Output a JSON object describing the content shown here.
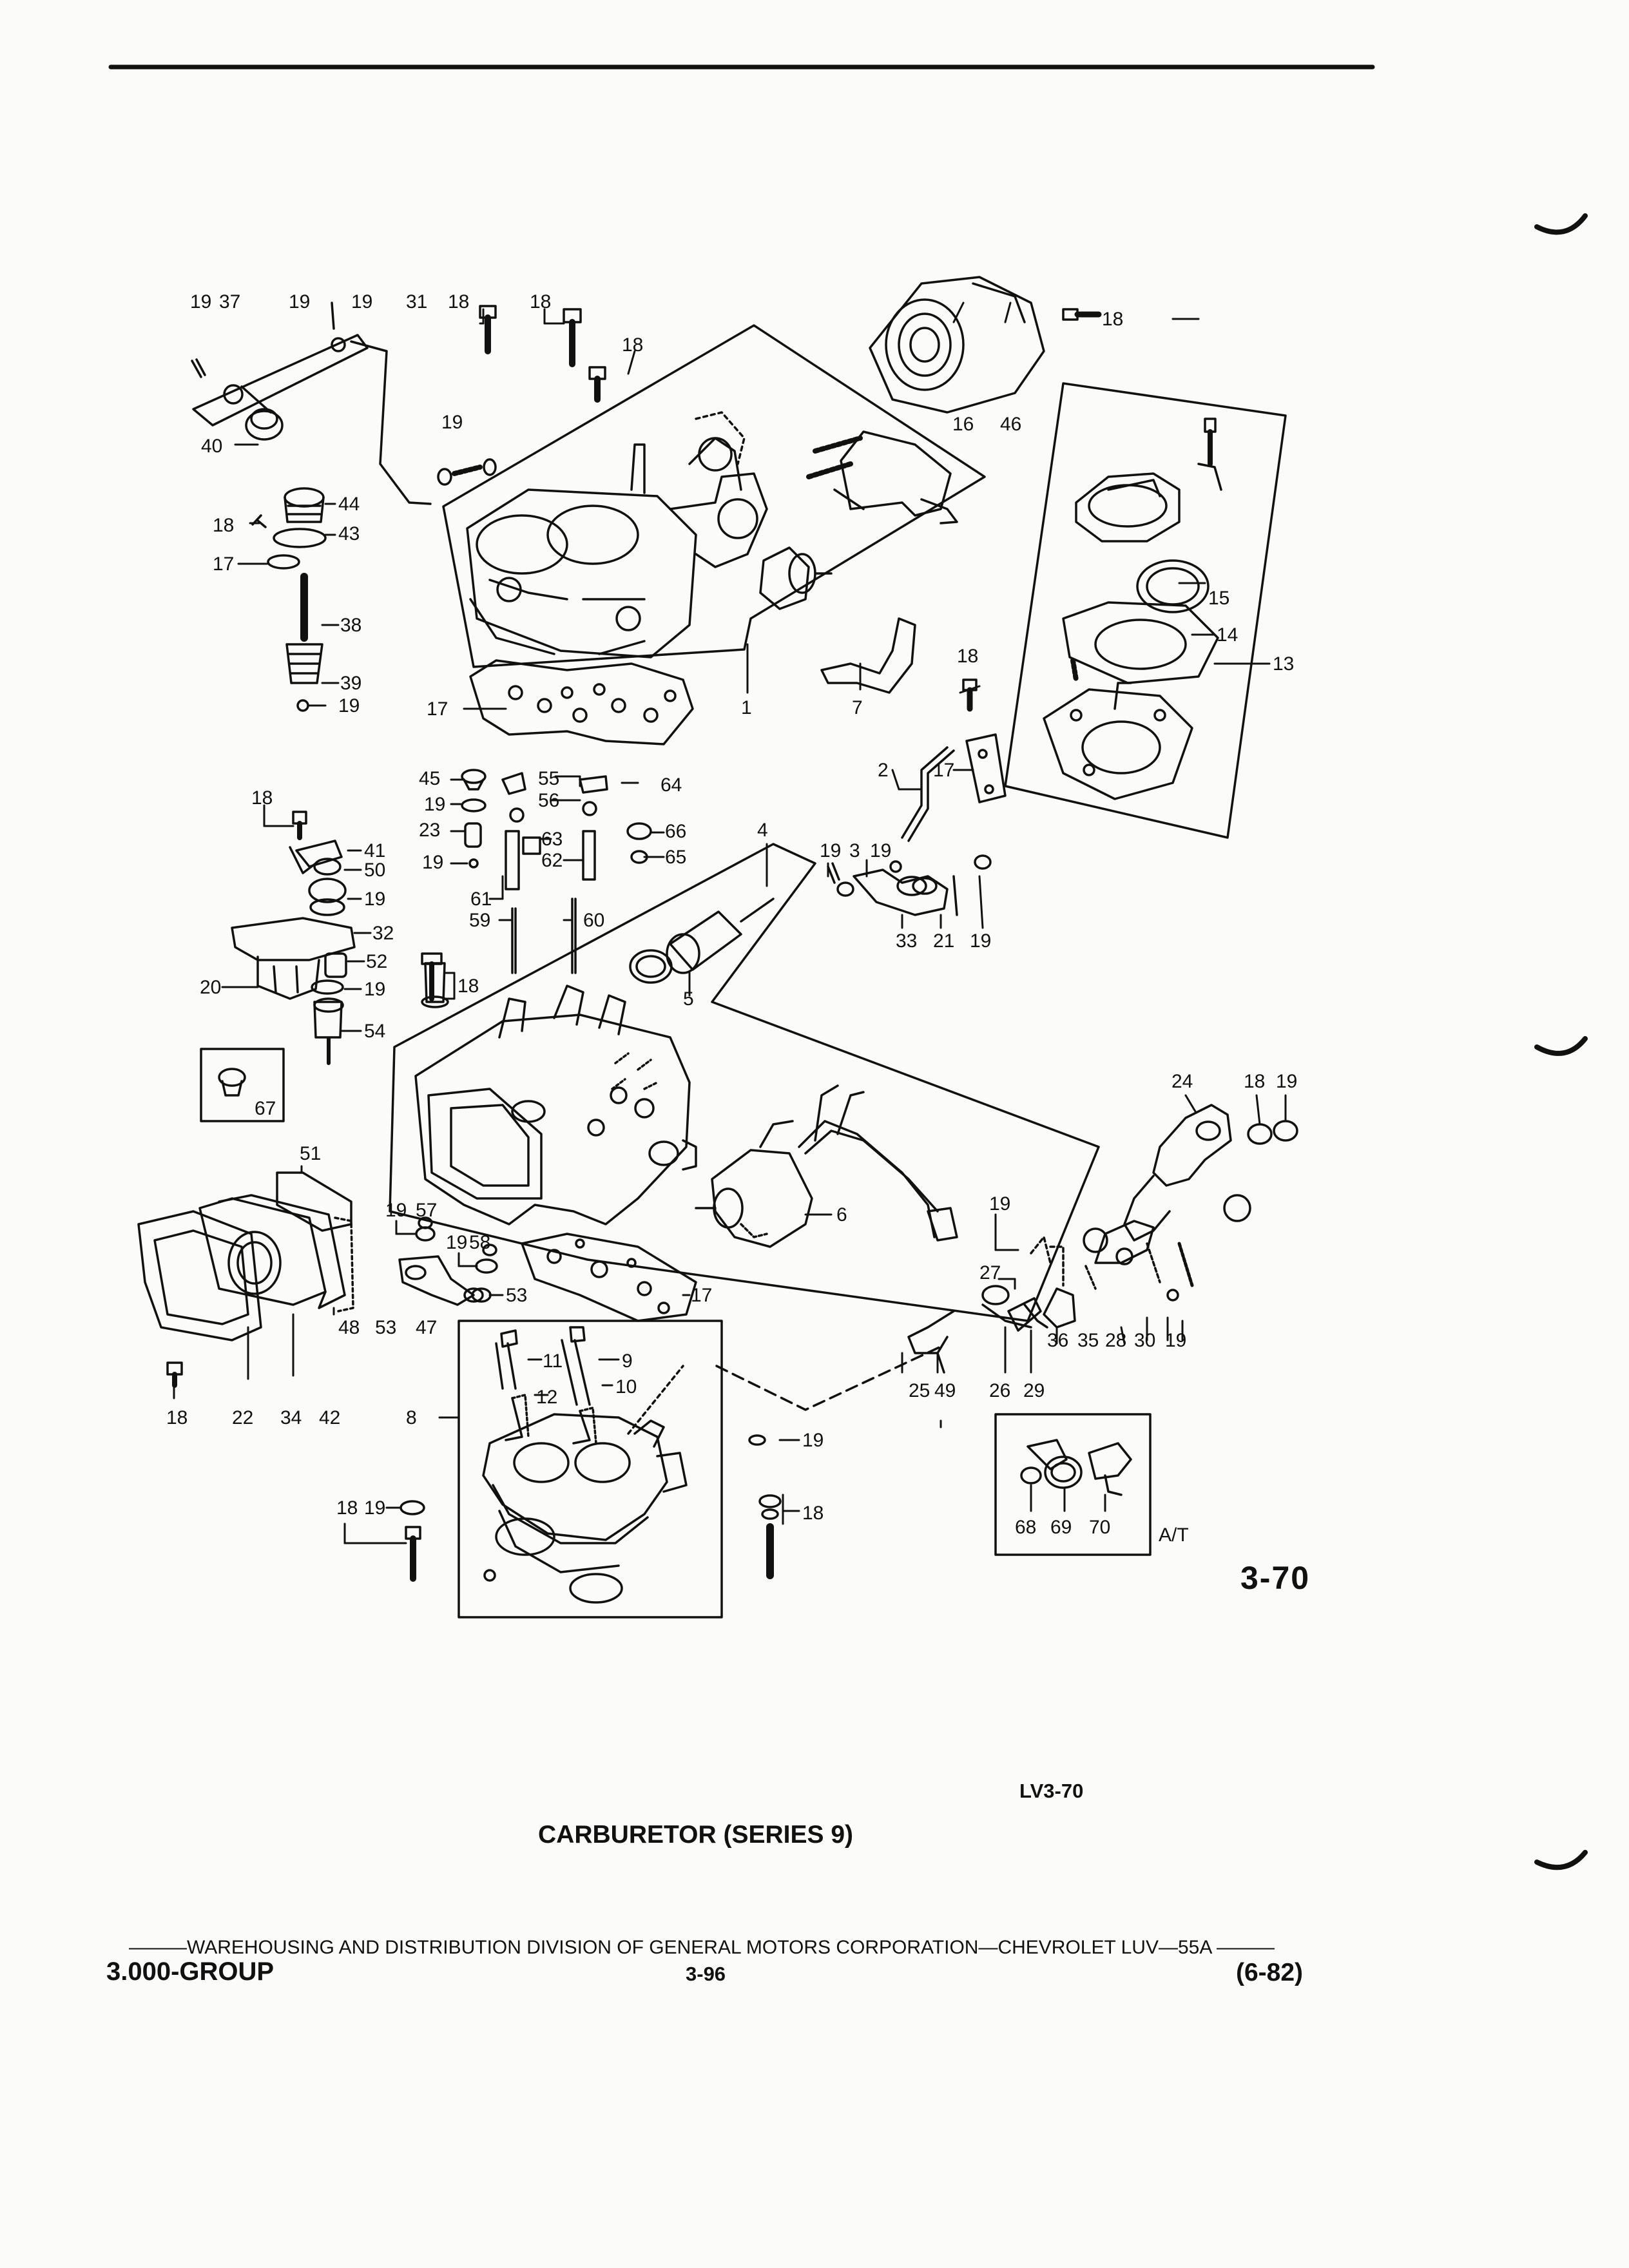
{
  "figure_number": "3-70",
  "figure_code": "LV3-70",
  "title": "CARBURETOR (SERIES 9)",
  "footer": {
    "division_line": "WAREHOUSING AND DISTRIBUTION  DIVISION OF GENERAL MOTORS CORPORATION—CHEVROLET LUV—55A",
    "group": "3.000-GROUP",
    "page": "3-96",
    "date_code": "(6-82)"
  },
  "callout_labels": {
    "c01": "19",
    "c02": "37",
    "c03": "19",
    "c04": "19",
    "c05": "31",
    "c06": "18",
    "c07": "18",
    "c08": "18",
    "c09": "19",
    "c10": "40",
    "c11": "44",
    "c12": "18",
    "c13": "43",
    "c14": "17",
    "c15": "38",
    "c16": "39",
    "c17": "19",
    "c18": "17",
    "c19": "1",
    "c20": "7",
    "c21": "18",
    "c22": "16",
    "c23": "46",
    "c24": "18",
    "c25": "15",
    "c26": "14",
    "c27": "13",
    "c28": "2",
    "c29": "17",
    "c30": "45",
    "c31": "55",
    "c32": "64",
    "c33": "19",
    "c34": "56",
    "c35": "23",
    "c36": "66",
    "c37": "19",
    "c38": "63",
    "c39": "65",
    "c40": "61",
    "c41": "62",
    "c42": "59",
    "c43": "60",
    "c44": "18",
    "c45": "41",
    "c46": "50",
    "c47": "19",
    "c48": "32",
    "c49": "52",
    "c50": "20",
    "c51": "19",
    "c52": "54",
    "c53": "18",
    "c54": "4",
    "c55": "5",
    "c56": "19",
    "c57": "3",
    "c58": "19",
    "c59": "33",
    "c60": "21",
    "c61": "19",
    "c62": "67",
    "c63": "24",
    "c64": "18",
    "c65": "19",
    "c66": "51",
    "c67": "19",
    "c68": "57",
    "c69": "6",
    "c70": "19",
    "c71": "58",
    "c72": "53",
    "c73": "17",
    "c74": "48",
    "c75": "53",
    "c76": "47",
    "c77": "19",
    "c78": "27",
    "c79": "36",
    "c80": "35",
    "c81": "28",
    "c82": "30",
    "c83": "19",
    "c84": "11",
    "c85": "9",
    "c86": "12",
    "c87": "10",
    "c88": "8",
    "c89": "18",
    "c90": "22",
    "c91": "34",
    "c92": "42",
    "c93": "25",
    "c94": "49",
    "c95": "26",
    "c96": "29",
    "c97": "19",
    "c98": "18",
    "c99": "19",
    "c100": "18",
    "c101": "68",
    "c102": "69",
    "c103": "70",
    "c104": "A/T"
  }
}
